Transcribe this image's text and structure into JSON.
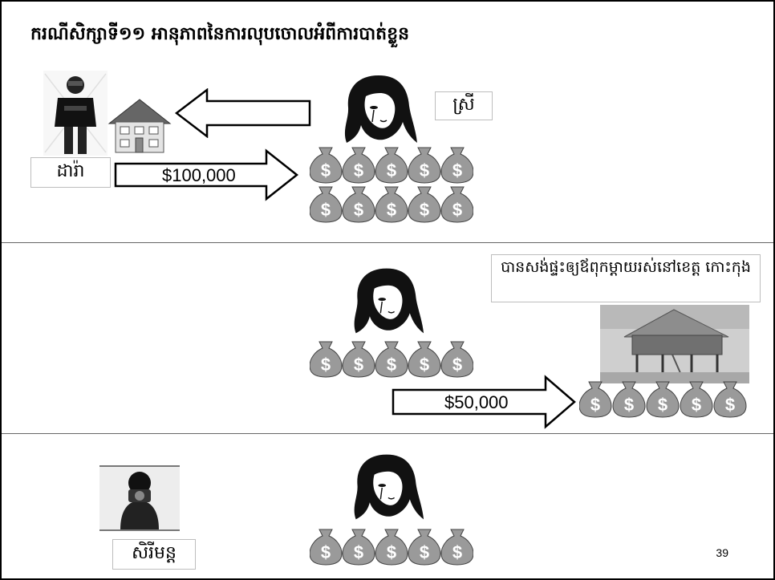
{
  "slide": {
    "title": "ករណីសិក្សាទី១១ អានុភាពនៃការលុបចោលអំពីការបាត់ខ្លួន",
    "page_number": "39"
  },
  "panel1": {
    "man_label": "ដារ៉ា",
    "woman_label": "ស្រី",
    "payment_label": "$100,000"
  },
  "panel2": {
    "note": "បានសង់ផ្ទះឲ្យឪពុកម្ដាយរស់នៅខេត្ត កោះកុង",
    "payment_label": "$50,000"
  },
  "panel3": {
    "photographer_label": "សិរីមន្ត"
  },
  "icons": {
    "person": "man-standing-icon",
    "house": "house-icon",
    "woman": "crying-woman-icon",
    "money_bag": "money-bag-icon",
    "stilt_house": "stilt-house-icon",
    "photographer": "photographer-icon"
  }
}
